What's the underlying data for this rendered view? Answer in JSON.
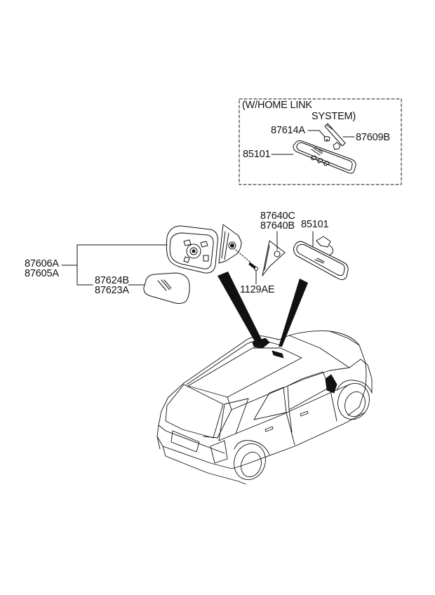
{
  "diagram": {
    "title": "Mirror parts diagram",
    "line_color": "#111111",
    "background": "#ffffff"
  },
  "inset": {
    "title_line1": "(W/HOME LINK",
    "title_line2": "SYSTEM)",
    "labels": {
      "clip": "87614A",
      "mount": "87609B",
      "mirror": "85101"
    }
  },
  "labels": {
    "outside_mirror_assy_1": "87606A",
    "outside_mirror_assy_2": "87605A",
    "mirror_glass_1": "87624B",
    "mirror_glass_2": "87623A",
    "garnish_1": "87640C",
    "garnish_2": "87640B",
    "inside_mirror": "85101",
    "screw": "1129AE"
  }
}
